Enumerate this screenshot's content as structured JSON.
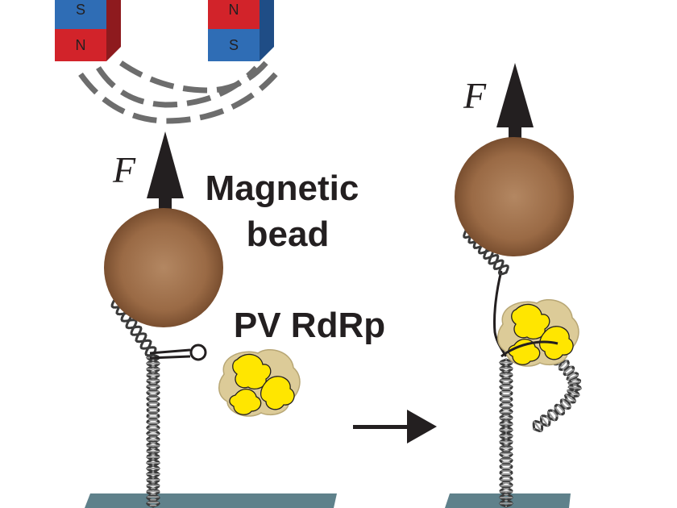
{
  "magnet": {
    "left": {
      "top_pole": "S",
      "bottom_pole": "N"
    },
    "right": {
      "top_pole": "N",
      "bottom_pole": "S"
    }
  },
  "labels": {
    "force": "F",
    "bead_line1": "Magnetic",
    "bead_line2": "bead",
    "enzyme": "PV RdRp"
  },
  "colors": {
    "magnet_red": "#d2232a",
    "magnet_blue": "#2f6db5",
    "bead": "#8f5f3c",
    "surface": "#5f818b",
    "enzyme_yellow": "#ffe600",
    "enzyme_tan": "#dccb98",
    "dna_dark": "#3a3a3a",
    "dna_light": "#c9c9c9",
    "arrow": "#231f20",
    "field_lines": "#6d6d6d"
  },
  "icons": [
    "horseshoe-magnet-icon",
    "force-arrow-icon",
    "bead-icon",
    "dna-helix-icon",
    "enzyme-icon",
    "process-arrow-icon"
  ]
}
